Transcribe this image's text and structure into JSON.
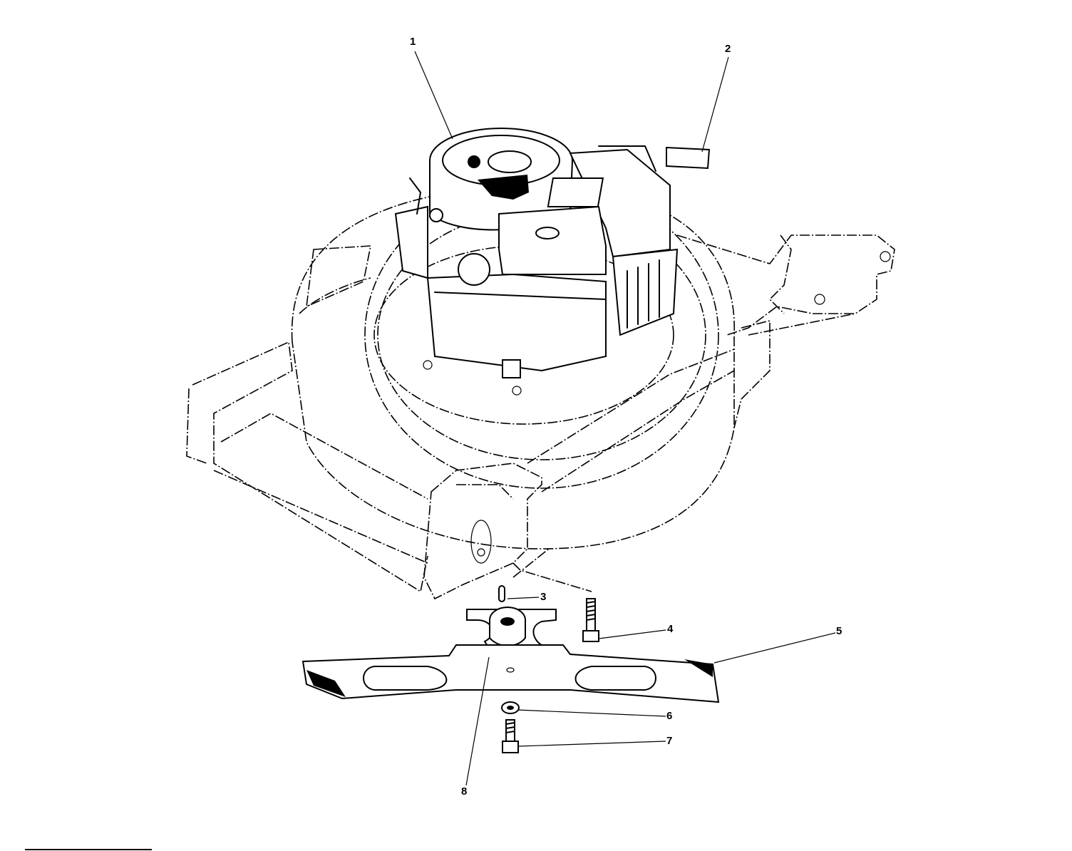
{
  "diagram": {
    "type": "exploded parts diagram",
    "callouts": [
      {
        "id": "1",
        "label": "1"
      },
      {
        "id": "2",
        "label": "2"
      },
      {
        "id": "3",
        "label": "3"
      },
      {
        "id": "4",
        "label": "4"
      },
      {
        "id": "5",
        "label": "5"
      },
      {
        "id": "6",
        "label": "6"
      },
      {
        "id": "7",
        "label": "7"
      },
      {
        "id": "8",
        "label": "8"
      }
    ]
  }
}
